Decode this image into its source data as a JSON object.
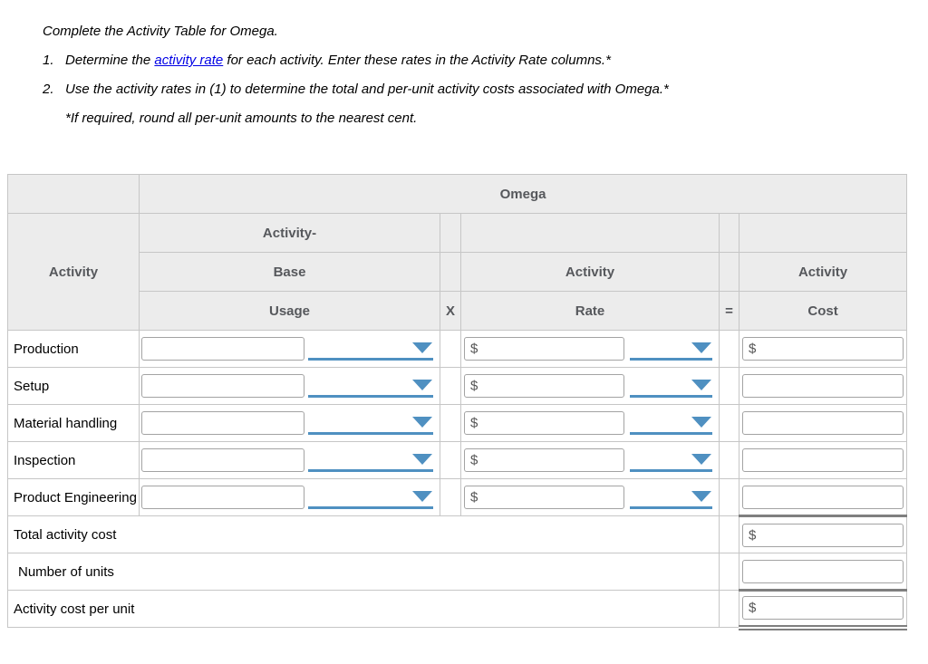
{
  "instructions": {
    "intro": "Complete the Activity Table for Omega.",
    "items": [
      {
        "num": "1.",
        "pre": "Determine the ",
        "link": "activity rate",
        "post": " for each activity. Enter these rates in the Activity Rate columns.*"
      },
      {
        "num": "2.",
        "pre": "Use the activity rates in (1) to determine the total and per-unit activity costs associated with Omega.*",
        "link": "",
        "post": ""
      }
    ],
    "footnote": "*If required, round all per-unit amounts to the nearest cent."
  },
  "table": {
    "title": "Omega",
    "dollar_sign": "$",
    "header": {
      "activity_col": "Activity",
      "usage_col": [
        "Activity-",
        "Base",
        "Usage"
      ],
      "multiply_symbol": "X",
      "rate_col": [
        "",
        "Activity",
        "Rate"
      ],
      "equals_symbol": "=",
      "cost_col": [
        "",
        "Activity",
        "Cost"
      ]
    },
    "activity_rows": [
      {
        "label": "Production",
        "cost_dollar": "$"
      },
      {
        "label": "Setup"
      },
      {
        "label": "Material handling"
      },
      {
        "label": "Inspection"
      },
      {
        "label": "Product Engineering"
      }
    ],
    "summary_rows": [
      {
        "label": "Total activity cost",
        "dollar": "$"
      },
      {
        "label": "Number of units",
        "dollar": ""
      },
      {
        "label": "Activity cost per unit",
        "dollar": "$"
      }
    ]
  },
  "colors": {
    "header_bg": "#ececec",
    "header_text": "#56585c",
    "border_light": "#c6c6c6",
    "border_heavy": "#7f7f7f",
    "dropdown_blue": "#4f90c1",
    "link_blue": "#0000e5",
    "input_border": "#a3a3a3"
  }
}
